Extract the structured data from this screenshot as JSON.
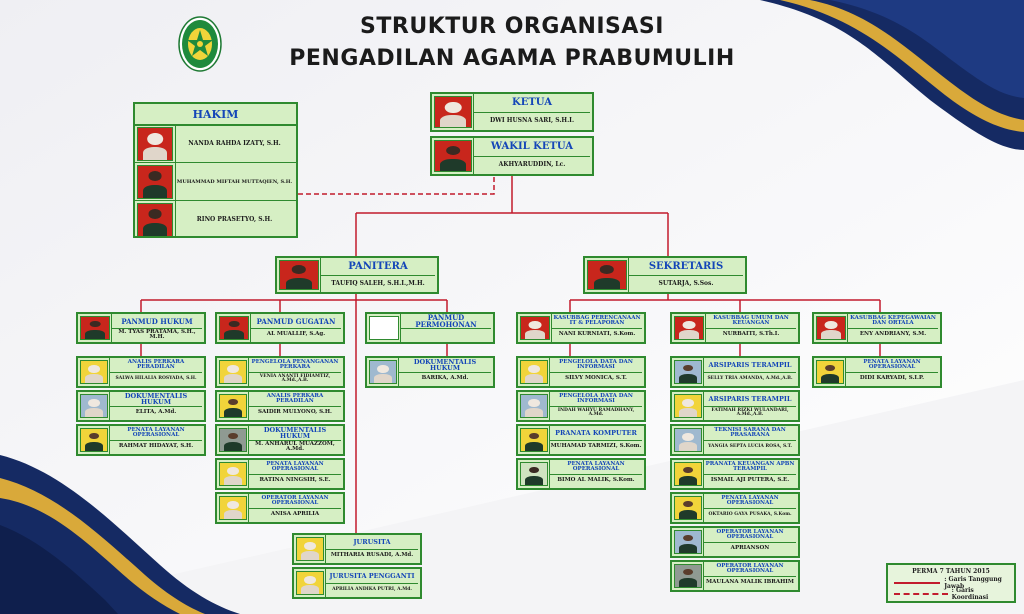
{
  "header": {
    "title_line1": "STRUKTUR ORGANISASI",
    "title_line2": "PENGADILAN AGAMA PRABUMULIH"
  },
  "hakim": {
    "title": "HAKIM",
    "members": [
      "NANDA RAHDA IZATY, S.H.",
      "MUHAMMAD MIFTAH MUTTAQIEN, S.H.",
      "RINO PRASETYO, S.H."
    ]
  },
  "ketua": {
    "title": "KETUA",
    "name": "DWI HUSNA SARI, S.H.I."
  },
  "wakil": {
    "title": "WAKIL KETUA",
    "name": "AKHYARUDDIN, Lc."
  },
  "panitera": {
    "title": "PANITERA",
    "name": "TAUFIQ SALEH, S.H.I.,M.H."
  },
  "sekretaris": {
    "title": "SEKRETARIS",
    "name": "SUTARJA, S.Sos."
  },
  "units": {
    "panmud_hukum": {
      "title": "PANMUD HUKUM",
      "name": "M. TYAS PRATAMA, S.H., M.H."
    },
    "panmud_gugatan": {
      "title": "PANMUD GUGATAN",
      "name": "AL MUALLIF, S.Ag."
    },
    "panmud_permohonan": {
      "title": "PANMUD PERMOHONAN",
      "name": ""
    },
    "kasubbag_ptip": {
      "title": "KASUBBAG PERENCANAAN IT & PELAPORAN",
      "name": "NANI KURNIATI, S.Kom."
    },
    "kasubbag_umum": {
      "title": "KASUBBAG UMUM DAN KEUANGAN",
      "name": "NURBAITI, S.Th.I."
    },
    "kasubbag_kepeg": {
      "title": "KASUBBAG KEPEGAWAIAN DAN ORTALA",
      "name": "ENY ANDRIANY, S.M."
    }
  },
  "staff": {
    "hukum": [
      {
        "title": "ANALIS PERKARA PERADILAN",
        "name": "SALWA HILALIA ROSYADA, S.H."
      },
      {
        "title": "DOKUMENTALIS HUKUM",
        "name": "ELITA, A.Md."
      },
      {
        "title": "PENATA LAYANAN OPERASIONAL",
        "name": "RAHMAT HIDAYAT, S.H."
      }
    ],
    "gugatan": [
      {
        "title": "PENGELOLA PENANGANAN PERKARA",
        "name": "VENIA ANANTI FIDIAMTIZ, A.Md.,A.B."
      },
      {
        "title": "ANALIS PERKARA PERADILAN",
        "name": "SAIDIR MULYONO, S.H."
      },
      {
        "title": "DOKUMENTALIS HUKUM",
        "name": "M. ANHARUL MUAZZOM, A.Md."
      },
      {
        "title": "PENATA LAYANAN OPERASIONAL",
        "name": "RATINA NINGSIH, S.E."
      },
      {
        "title": "OPERATOR LAYANAN OPERASIONAL",
        "name": "ANISA APRILIA"
      }
    ],
    "permohonan": [
      {
        "title": "DOKUMENTALIS HUKUM",
        "name": "BARIKA, A.Md."
      }
    ],
    "ptip": [
      {
        "title": "PENGELOLA DATA DAN INFORMASI",
        "name": "SILVY MONICA, S.T."
      },
      {
        "title": "PENGELOLA DATA DAN INFORMASI",
        "name": "INDAH WAHYU RAMADHANY, A.Md."
      },
      {
        "title": "PRANATA KOMPUTER",
        "name": "MUHAMAD TARMIZI, S.Kom."
      },
      {
        "title": "PENATA LAYANAN OPERASIONAL",
        "name": "BIMO AL MALIK, S.Kom."
      }
    ],
    "umum": [
      {
        "title": "ARSIPARIS TERAMPIL",
        "name": "SELLY TRIA AMANDA, A.Md.,A.B."
      },
      {
        "title": "ARSIPARIS TERAMPIL",
        "name": "FATIMAH RIZKI WULANDARI, A.Md.,A.B."
      },
      {
        "title": "TEKNISI SARANA DAN PRASARANA",
        "name": "YANGIA SEPTA LUCIA ROSA, S.T."
      },
      {
        "title": "PRANATA KEUANGAN APBN TERAMPIL",
        "name": "ISMAIL AJI PUTERA, S.E."
      },
      {
        "title": "PENATA LAYANAN OPERASIONAL",
        "name": "OKTARIO GAYA PUSAKA, S.Kom."
      },
      {
        "title": "OPERATOR LAYANAN OPERASIONAL",
        "name": "APRIANSON"
      },
      {
        "title": "OPERATOR LAYANAN OPERASIONAL",
        "name": "MAULANA MALIK IBRAHIM"
      }
    ],
    "kepeg": [
      {
        "title": "PENATA LAYANAN OPERASIONAL",
        "name": "DIDI KARYADI, S.I.P."
      }
    ],
    "jurusita": [
      {
        "title": "JURUSITA",
        "name": "MITHARIA RUSADI, A.Md."
      },
      {
        "title": "JURUSITA PENGGANTI",
        "name": "APRILIA ANDIKA PUTRI, A.Md."
      }
    ]
  },
  "legend": {
    "title": "PERMA 7 TAHUN 2015",
    "solid_label": ": Garis Tanggung Jawab",
    "dashed_label": ": Garis Koordinasi"
  },
  "colors": {
    "box_fill": "#d6efc4",
    "box_border": "#2f8a2f",
    "title_text": "#1446b8",
    "line": "#c21b2c",
    "navy": "#152a63",
    "gold": "#d9a93a"
  }
}
